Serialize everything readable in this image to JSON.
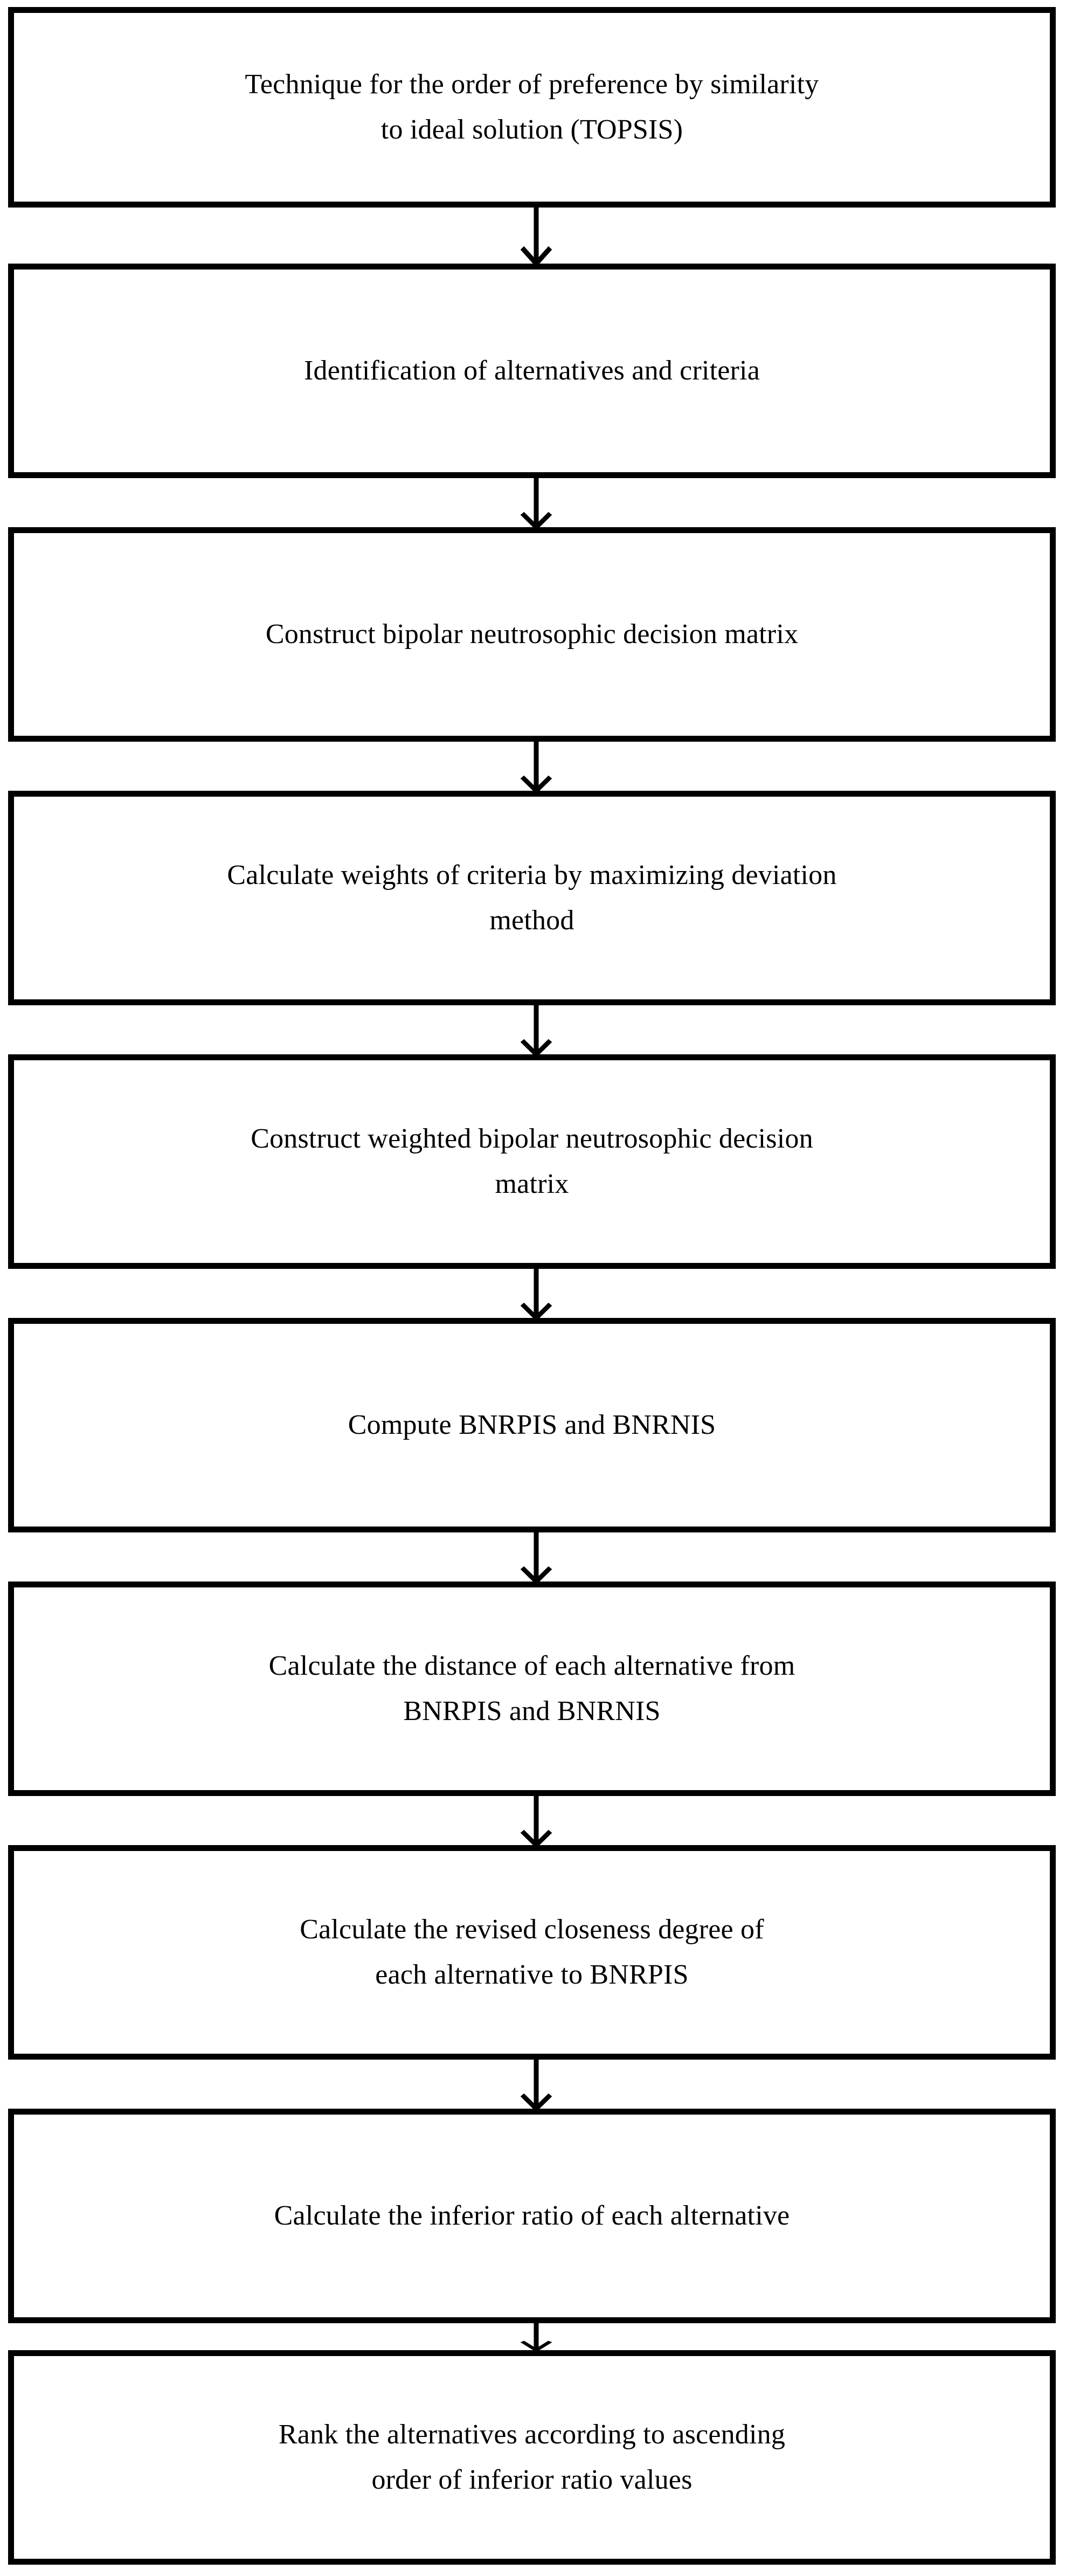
{
  "diagram": {
    "type": "flowchart",
    "orientation": "vertical-top-to-bottom",
    "background_color": "#ffffff",
    "border_color": "#000000",
    "text_color": "#000000",
    "node_count": 10,
    "connector_count": 9,
    "connector_style": "downward-arrow",
    "nodes": [
      {
        "id": "node-1",
        "label": "Technique for the order of preference by similarity\nto ideal solution (TOPSIS)",
        "lines": 2
      },
      {
        "id": "node-2",
        "label": "Identification of alternatives and criteria",
        "lines": 1
      },
      {
        "id": "node-3",
        "label": "Construct bipolar neutrosophic decision matrix",
        "lines": 1
      },
      {
        "id": "node-4",
        "label": "Calculate weights of criteria by maximizing deviation\nmethod",
        "lines": 2
      },
      {
        "id": "node-5",
        "label": "Construct weighted bipolar neutrosophic decision\nmatrix",
        "lines": 2
      },
      {
        "id": "node-6",
        "label": "Compute BNRPIS and BNRNIS",
        "lines": 1
      },
      {
        "id": "node-7",
        "label": "Calculate the distance of each alternative from\nBNRPIS and BNRNIS",
        "lines": 2
      },
      {
        "id": "node-8",
        "label": "Calculate the revised closeness degree of\neach alternative to BNRPIS",
        "lines": 2
      },
      {
        "id": "node-9",
        "label": "Calculate the inferior ratio of each alternative",
        "lines": 1
      },
      {
        "id": "node-10",
        "label": "Rank the alternatives according to ascending\norder of inferior ratio values",
        "lines": 2
      }
    ]
  }
}
